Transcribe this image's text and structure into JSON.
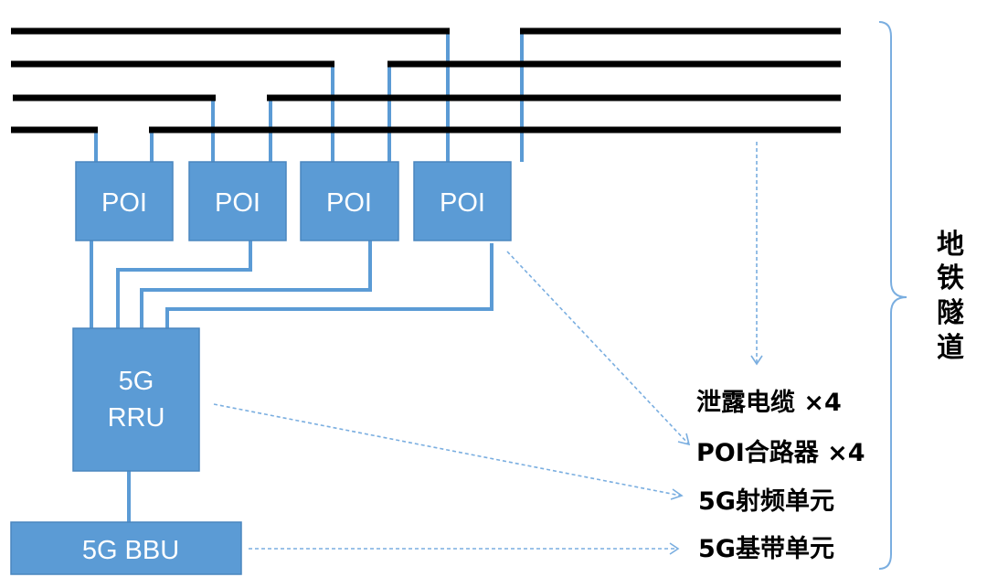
{
  "diagram": {
    "title": "5G subway tunnel coverage",
    "cables": {
      "count": 4,
      "label_ref": "leaky_cable"
    },
    "poi_boxes": [
      {
        "label": "POI"
      },
      {
        "label": "POI"
      },
      {
        "label": "POI"
      },
      {
        "label": "POI"
      }
    ],
    "rru": {
      "line1": "5G",
      "line2": "RRU"
    },
    "bbu": {
      "label": "5G BBU"
    },
    "legend": [
      {
        "id": "leaky_cable",
        "text": "泄露电缆 ×4"
      },
      {
        "id": "poi_combiner",
        "text": "POI合路器 ×4"
      },
      {
        "id": "rru",
        "text": "5G射频单元"
      },
      {
        "id": "bbu",
        "text": "5G基带单元"
      }
    ],
    "scope_label": [
      "地",
      "铁",
      "隧",
      "道"
    ],
    "colors": {
      "box_fill": "#5b9bd5",
      "feed_line": "#5b9bd5",
      "cable": "#000000",
      "arrow": "#7aaee0"
    }
  }
}
